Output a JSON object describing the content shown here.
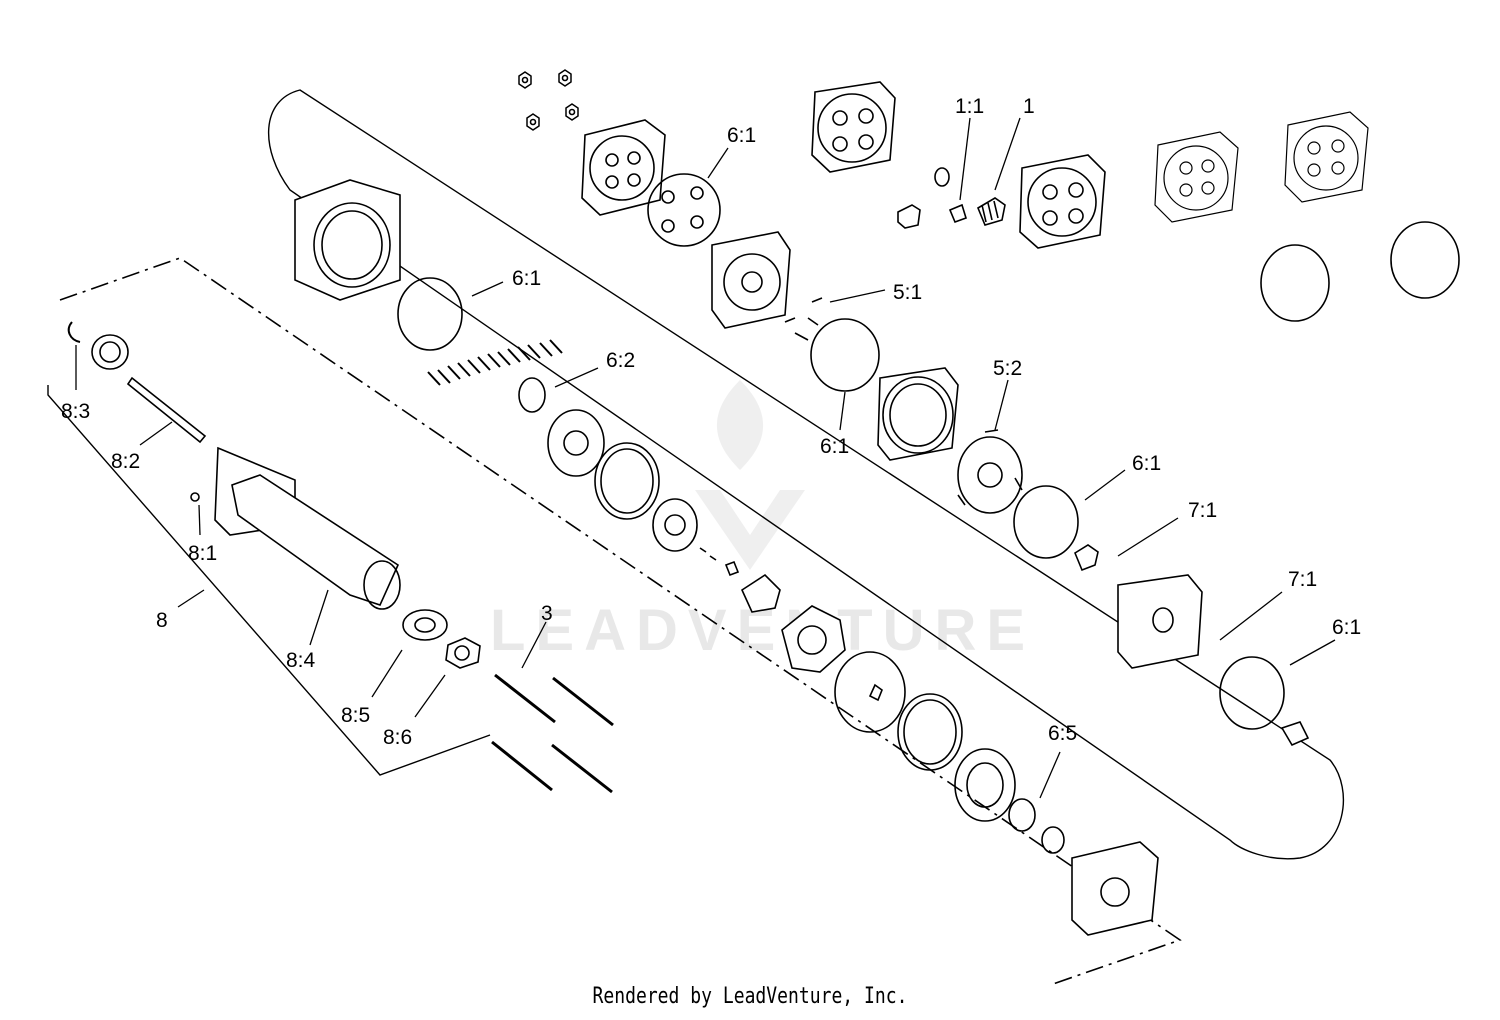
{
  "footer": "Rendered by LeadVenture, Inc.",
  "watermark": "LEADVENTURE",
  "labels": [
    "1:1",
    "1",
    "6:1",
    "6:1",
    "5:1",
    "6:2",
    "6:1",
    "5:2",
    "6:1",
    "7:1",
    "7:1",
    "6:1",
    "6:5",
    "3",
    "8:3",
    "8:2",
    "8:1",
    "8",
    "8:4",
    "8:5",
    "8:6"
  ]
}
